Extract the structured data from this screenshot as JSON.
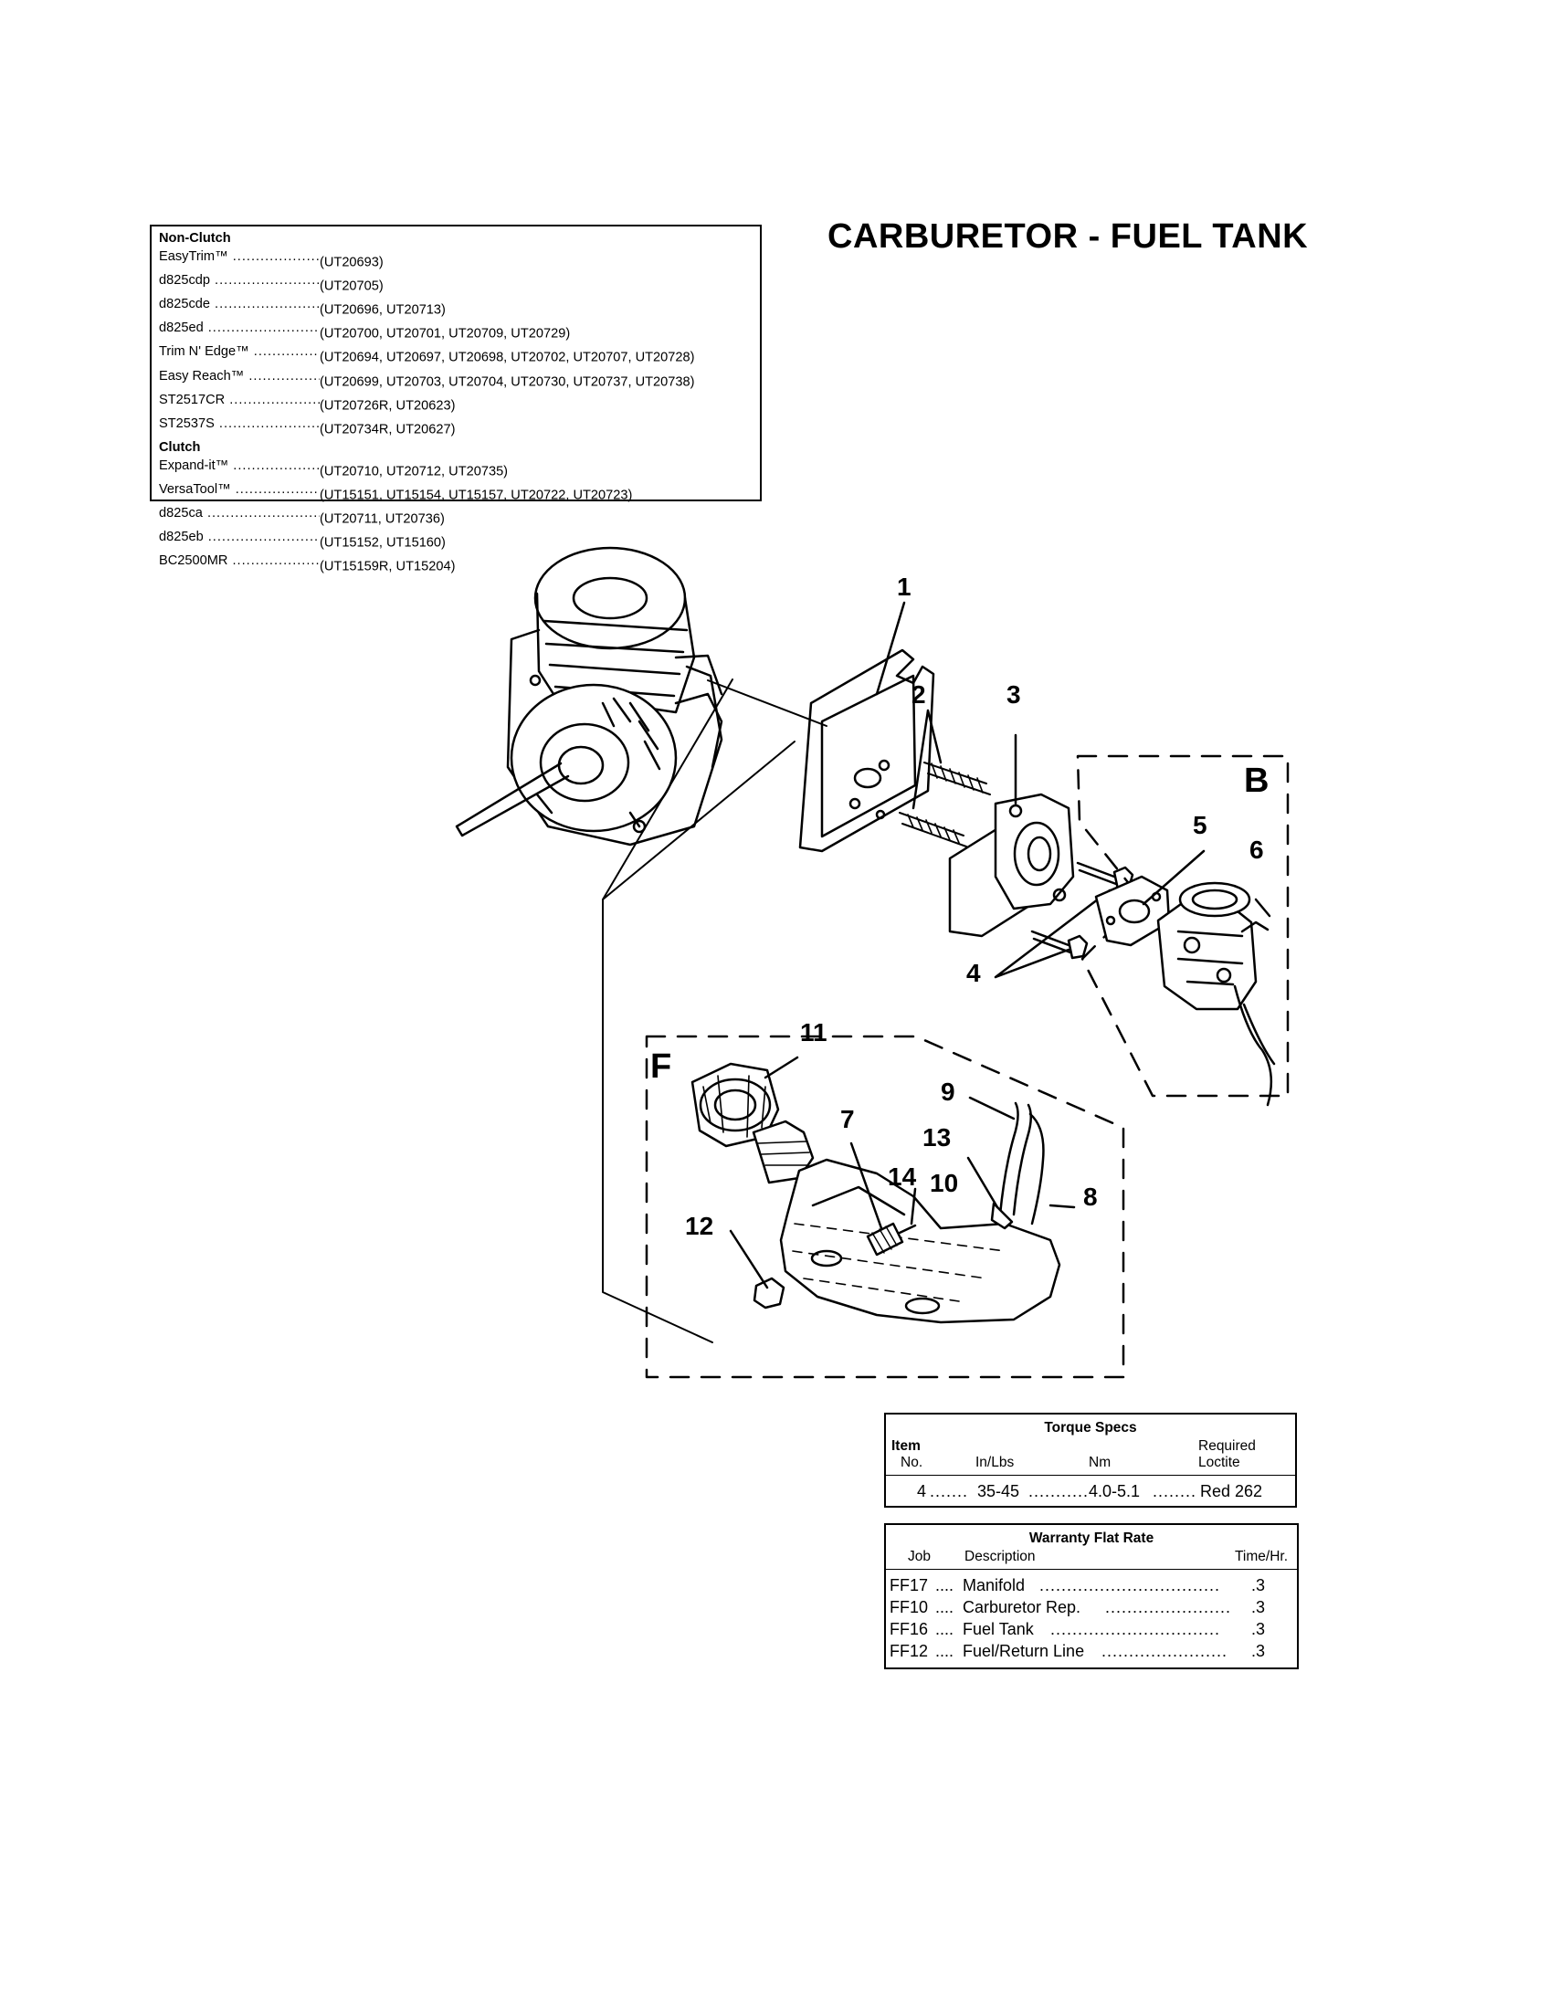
{
  "title": "CARBURETOR - FUEL TANK",
  "models": {
    "groups": [
      {
        "heading": "Non-Clutch",
        "items": [
          {
            "name": "EasyTrim™",
            "codes": "(UT20693)"
          },
          {
            "name": "d825cdp",
            "codes": "(UT20705)"
          },
          {
            "name": "d825cde",
            "codes": "(UT20696, UT20713)"
          },
          {
            "name": "d825ed",
            "codes": "(UT20700, UT20701, UT20709, UT20729)"
          },
          {
            "name": "Trim N' Edge™",
            "codes": "(UT20694, UT20697, UT20698, UT20702, UT20707, UT20728)"
          },
          {
            "name": "Easy Reach™",
            "codes": "(UT20699, UT20703, UT20704, UT20730, UT20737, UT20738)"
          },
          {
            "name": "ST2517CR",
            "codes": "(UT20726R, UT20623)"
          },
          {
            "name": "ST2537S",
            "codes": "(UT20734R, UT20627)"
          }
        ]
      },
      {
        "heading": "Clutch",
        "items": [
          {
            "name": "Expand-it™",
            "codes": "(UT20710, UT20712, UT20735)"
          },
          {
            "name": "VersaTool™",
            "codes": "(UT15151, UT15154, UT15157, UT20722, UT20723)"
          },
          {
            "name": "d825ca",
            "codes": "(UT20711, UT20736)"
          },
          {
            "name": "d825eb",
            "codes": "(UT15152, UT15160)"
          },
          {
            "name": "BC2500MR",
            "codes": "(UT15159R, UT15204)"
          }
        ]
      }
    ]
  },
  "callouts": {
    "c1": "1",
    "c2": "2",
    "c3": "3",
    "c4": "4",
    "c5": "5",
    "c6": "6",
    "c7": "7",
    "c8": "8",
    "c9": "9",
    "c10": "10",
    "c11": "11",
    "c12": "12",
    "c13": "13",
    "c14": "14",
    "section_b": "B",
    "section_f": "F"
  },
  "torque": {
    "caption": "Torque Specs",
    "headers": {
      "item_top": "Item",
      "item_bottom": "No.",
      "inlbs": "In/Lbs",
      "nm": "Nm",
      "loctite_top": "Required",
      "loctite_bottom": "Loctite"
    },
    "row": {
      "item": "4",
      "inlbs": "35-45",
      "nm": "4.0-5.1",
      "loctite": "Red 262"
    }
  },
  "warranty": {
    "caption": "Warranty Flat Rate",
    "headers": {
      "job": "Job",
      "description": "Description",
      "time": "Time/Hr."
    },
    "rows": [
      {
        "job": "FF17",
        "description": "Manifold",
        "time": ".3"
      },
      {
        "job": "FF10",
        "description": "Carburetor Rep.",
        "time": ".3"
      },
      {
        "job": "FF16",
        "description": "Fuel Tank",
        "time": ".3"
      },
      {
        "job": "FF12",
        "description": "Fuel/Return Line",
        "time": ".3"
      }
    ]
  }
}
